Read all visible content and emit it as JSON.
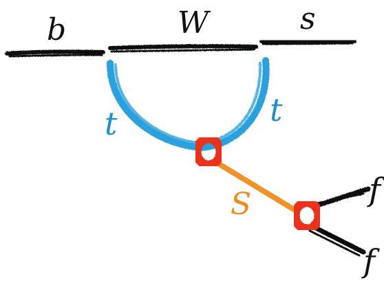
{
  "labels": {
    "b": "b",
    "W": "W",
    "s_top": "s",
    "t_left": "t",
    "t_right": "t",
    "S": "S",
    "f_upper": "f",
    "f_lower": "f"
  },
  "colors": {
    "line_black": "#111111",
    "t_blue": "#2aa0dc",
    "s_orange": "#f0922b",
    "vertex_red": "#e8321e",
    "label_blue": "#1f8fd0",
    "label_orange": "#f08a20"
  }
}
